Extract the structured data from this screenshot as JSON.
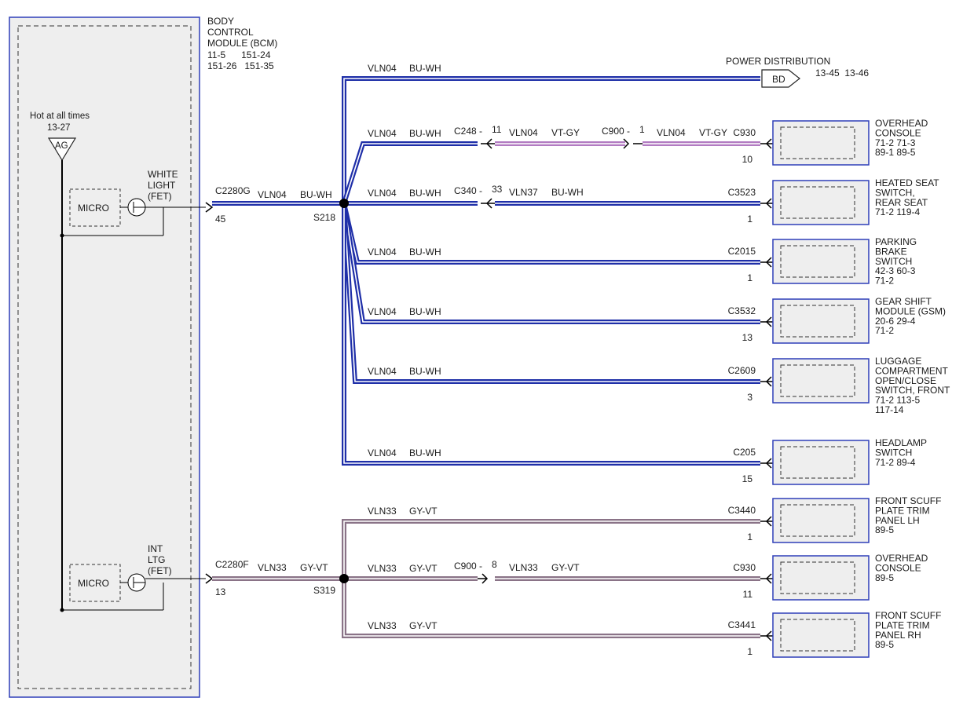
{
  "colors": {
    "bu_wh": "#1f2fa8",
    "gy_vt": "#8a7387",
    "vt_gy": "#b27bc2",
    "module_border": "#2f3fb8",
    "module_fill": "#eeeeee"
  },
  "bcm": {
    "name_lines": [
      "BODY",
      "CONTROL",
      "MODULE (BCM)"
    ],
    "refs_lines": [
      "11-5      151-24",
      "151-26   151-35"
    ]
  },
  "hot": {
    "label": "Hot at all times",
    "ref": "13-27",
    "code": "AG"
  },
  "drivers": [
    {
      "micro": "MICRO",
      "label_lines": [
        "WHITE",
        "LIGHT",
        "(FET)"
      ],
      "connector": "C2280G",
      "pin": "45",
      "circuit": "VLN04",
      "color": "BU-WH",
      "splice": "S218"
    },
    {
      "micro": "MICRO",
      "label_lines": [
        "INT",
        "LTG",
        "(FET)"
      ],
      "connector": "C2280F",
      "pin": "13",
      "circuit": "VLN33",
      "color": "GY-VT",
      "splice": "S319"
    }
  ],
  "power_distribution": {
    "title": "POWER DISTRIBUTION",
    "code": "BD",
    "refs": "13-45  13-46",
    "circuit": "VLN04",
    "color": "BU-WH"
  },
  "branches": [
    {
      "segments": [
        {
          "circuit": "VLN04",
          "color": "BU-WH"
        },
        {
          "circuit": "VLN04",
          "color": "VT-GY"
        },
        {
          "circuit": "VLN04",
          "color": "VT-GY"
        }
      ],
      "inline": [
        {
          "connector": "C248",
          "pin": "11"
        },
        {
          "connector": "C900",
          "pin": "1"
        }
      ],
      "connector": "C930",
      "pin": "10",
      "component_lines": [
        "OVERHEAD",
        "CONSOLE",
        "71-2     71-3",
        "89-1     89-5"
      ]
    },
    {
      "segments": [
        {
          "circuit": "VLN04",
          "color": "BU-WH"
        },
        {
          "circuit": "VLN37",
          "color": "BU-WH"
        }
      ],
      "inline": [
        {
          "connector": "C340",
          "pin": "33"
        }
      ],
      "connector": "C3523",
      "pin": "1",
      "component_lines": [
        "HEATED SEAT",
        "SWITCH,",
        "REAR SEAT",
        "71-2   119-4"
      ]
    },
    {
      "segments": [
        {
          "circuit": "VLN04",
          "color": "BU-WH"
        }
      ],
      "inline": [],
      "connector": "C2015",
      "pin": "1",
      "component_lines": [
        "PARKING",
        "BRAKE",
        "SWITCH",
        "42-3    60-3",
        "71-2"
      ]
    },
    {
      "segments": [
        {
          "circuit": "VLN04",
          "color": "BU-WH"
        }
      ],
      "inline": [],
      "connector": "C3532",
      "pin": "13",
      "component_lines": [
        "GEAR SHIFT",
        "MODULE (GSM)",
        "20-6    29-4",
        "71-2"
      ]
    },
    {
      "segments": [
        {
          "circuit": "VLN04",
          "color": "BU-WH"
        }
      ],
      "inline": [],
      "connector": "C2609",
      "pin": "3",
      "component_lines": [
        "LUGGAGE",
        "COMPARTMENT",
        "OPEN/CLOSE",
        "SWITCH, FRONT",
        "71-2    113-5",
        "117-14"
      ]
    },
    {
      "segments": [
        {
          "circuit": "VLN04",
          "color": "BU-WH"
        }
      ],
      "inline": [],
      "connector": "C205",
      "pin": "15",
      "component_lines": [
        "HEADLAMP",
        "SWITCH",
        "71-2    89-4"
      ]
    },
    {
      "segments": [
        {
          "circuit": "VLN33",
          "color": "GY-VT"
        }
      ],
      "inline": [],
      "connector": "C3440",
      "pin": "1",
      "component_lines": [
        "FRONT SCUFF",
        "PLATE TRIM",
        "PANEL LH",
        "89-5"
      ]
    },
    {
      "segments": [
        {
          "circuit": "VLN33",
          "color": "GY-VT"
        },
        {
          "circuit": "VLN33",
          "color": "GY-VT"
        }
      ],
      "inline": [
        {
          "connector": "C900",
          "pin": "8"
        }
      ],
      "connector": "C930",
      "pin": "11",
      "component_lines": [
        "OVERHEAD",
        "CONSOLE",
        "89-5"
      ]
    },
    {
      "segments": [
        {
          "circuit": "VLN33",
          "color": "GY-VT"
        }
      ],
      "inline": [],
      "connector": "C3441",
      "pin": "1",
      "component_lines": [
        "FRONT SCUFF",
        "PLATE TRIM",
        "PANEL RH",
        "89-5"
      ]
    }
  ]
}
